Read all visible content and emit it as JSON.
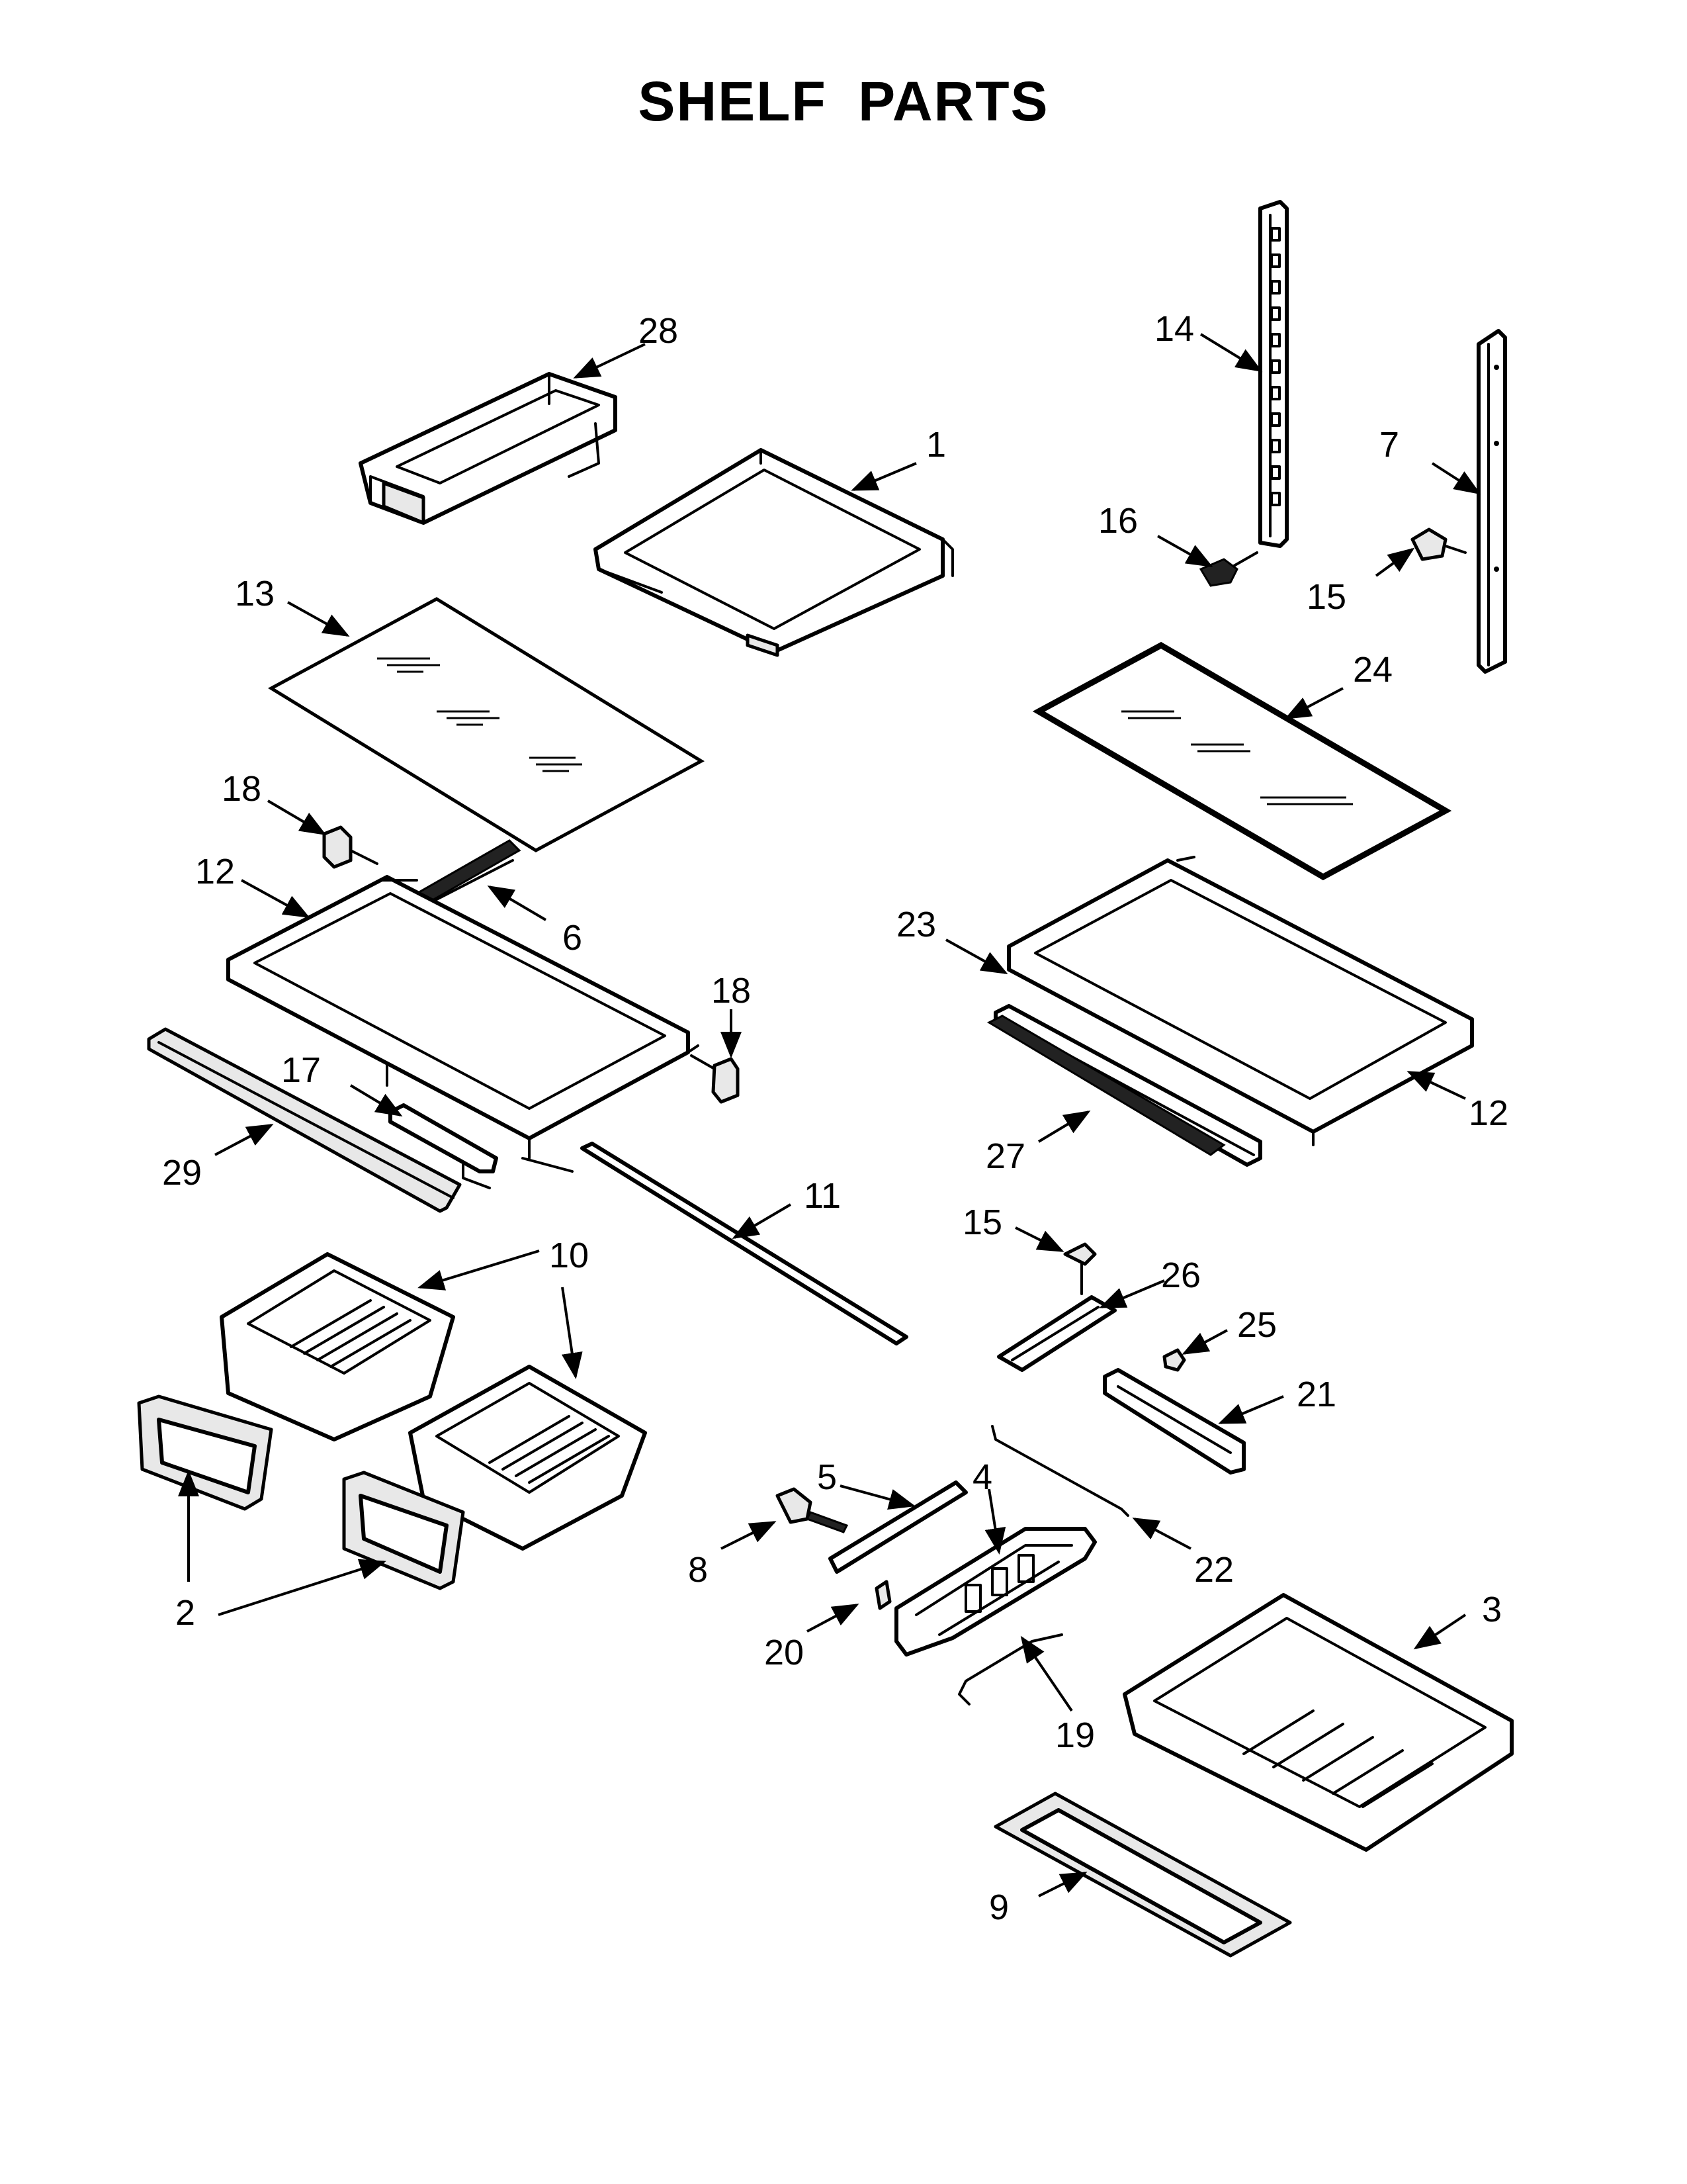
{
  "title": "SHELF PARTS",
  "callouts": {
    "c28": "28",
    "c1": "1",
    "c14": "14",
    "c7": "7",
    "c16": "16",
    "c15a": "15",
    "c13": "13",
    "c24": "24",
    "c18a": "18",
    "c12a": "12",
    "c6": "6",
    "c23": "23",
    "c18b": "18",
    "c17": "17",
    "c27": "27",
    "c12b": "12",
    "c29": "29",
    "c11": "11",
    "c15b": "15",
    "c10": "10",
    "c26": "26",
    "c25": "25",
    "c21": "21",
    "c5": "5",
    "c4": "4",
    "c8": "8",
    "c22": "22",
    "c2": "2",
    "c20": "20",
    "c3": "3",
    "c19": "19",
    "c9": "9"
  }
}
